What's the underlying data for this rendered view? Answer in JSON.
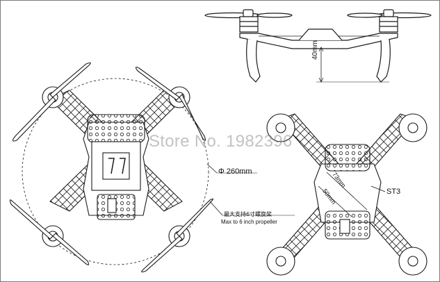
{
  "watermark": "Store No. 1982396",
  "dimensions": {
    "height": "40mm",
    "diameter": "Φ 260mm",
    "wheelbase_diag": "73mm",
    "inner_diag": "50mm"
  },
  "annotations": {
    "propeller_zh": "最大支持6寸螺旋桨",
    "propeller_en": "Max to 6 inch propeller",
    "part": "ST3"
  },
  "colors": {
    "line": "#1a1a1a",
    "background": "#ffffff",
    "watermark": "#888888"
  }
}
